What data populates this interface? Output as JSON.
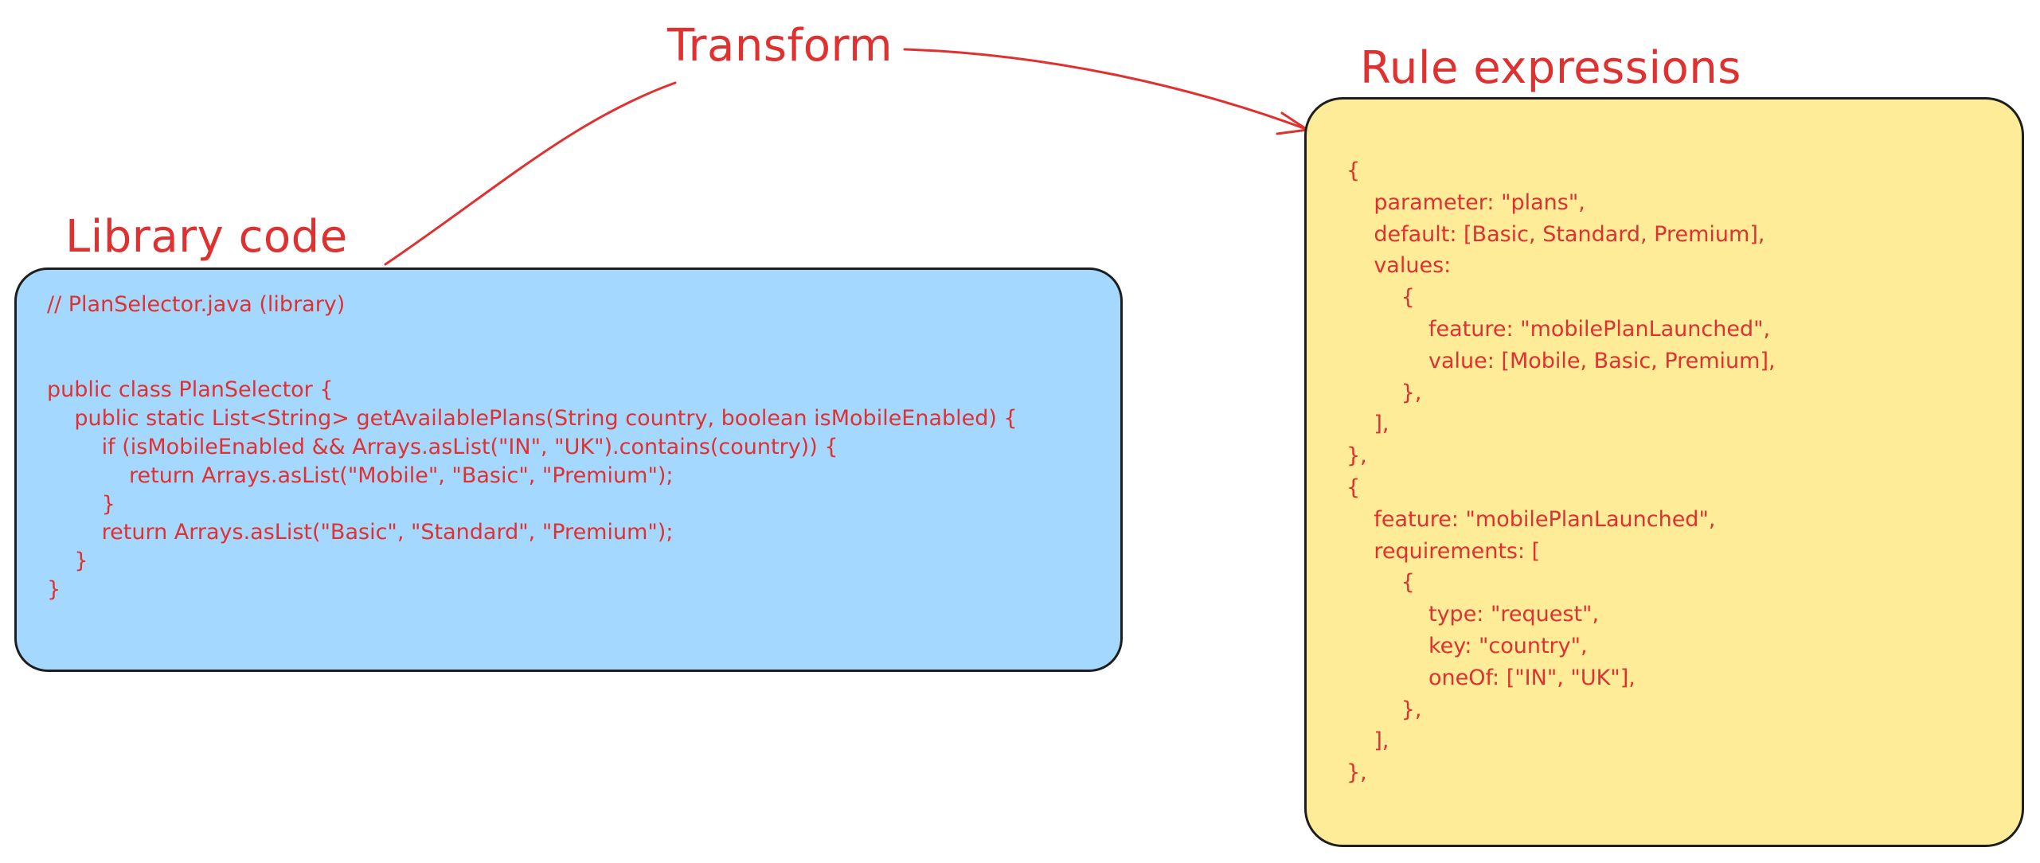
{
  "colors": {
    "ink": "#e03131",
    "library_fill": "#a5d8ff",
    "rules_fill": "#ffec99",
    "stroke": "#1e1e1e"
  },
  "headings": {
    "library": "Library code",
    "transform": "Transform",
    "rules": "Rule expressions"
  },
  "library_code": "// PlanSelector.java (library)\n\n\npublic class PlanSelector {\n    public static List<String> getAvailablePlans(String country, boolean isMobileEnabled) {\n        if (isMobileEnabled && Arrays.asList(\"IN\", \"UK\").contains(country)) {\n            return Arrays.asList(\"Mobile\", \"Basic\", \"Premium\");\n        }\n        return Arrays.asList(\"Basic\", \"Standard\", \"Premium\");\n    }\n}",
  "rules_code": "{\n    parameter: \"plans\",\n    default: [Basic, Standard, Premium],\n    values:\n        {\n            feature: \"mobilePlanLaunched\",\n            value: [Mobile, Basic, Premium],\n        },\n    ],\n},\n{\n    feature: \"mobilePlanLaunched\",\n    requirements: [\n        {\n            type: \"request\",\n            key: \"country\",\n            oneOf: [\"IN\", \"UK\"],\n        },\n    ],\n},"
}
